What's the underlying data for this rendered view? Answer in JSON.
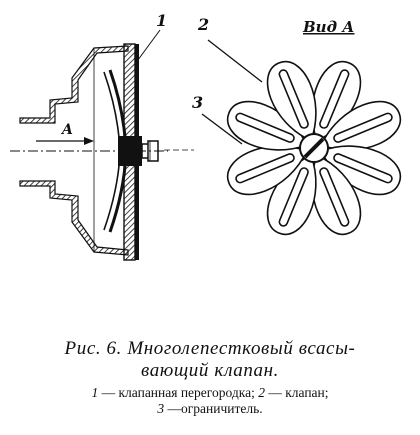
{
  "figure": {
    "view_label": "Вид А",
    "arrow_label": "A",
    "callouts": [
      "1",
      "2",
      "3"
    ]
  },
  "caption": {
    "line1": "Рис. 6. Многолепестковый всасы-",
    "line2": "вающий клапан."
  },
  "legend": {
    "item1_num": "1",
    "item1_text": " — клапанная перегородка; ",
    "item2_num": "2",
    "item2_text": " — клапан;",
    "item3_num": "3",
    "item3_text": " —ограничитель."
  }
}
